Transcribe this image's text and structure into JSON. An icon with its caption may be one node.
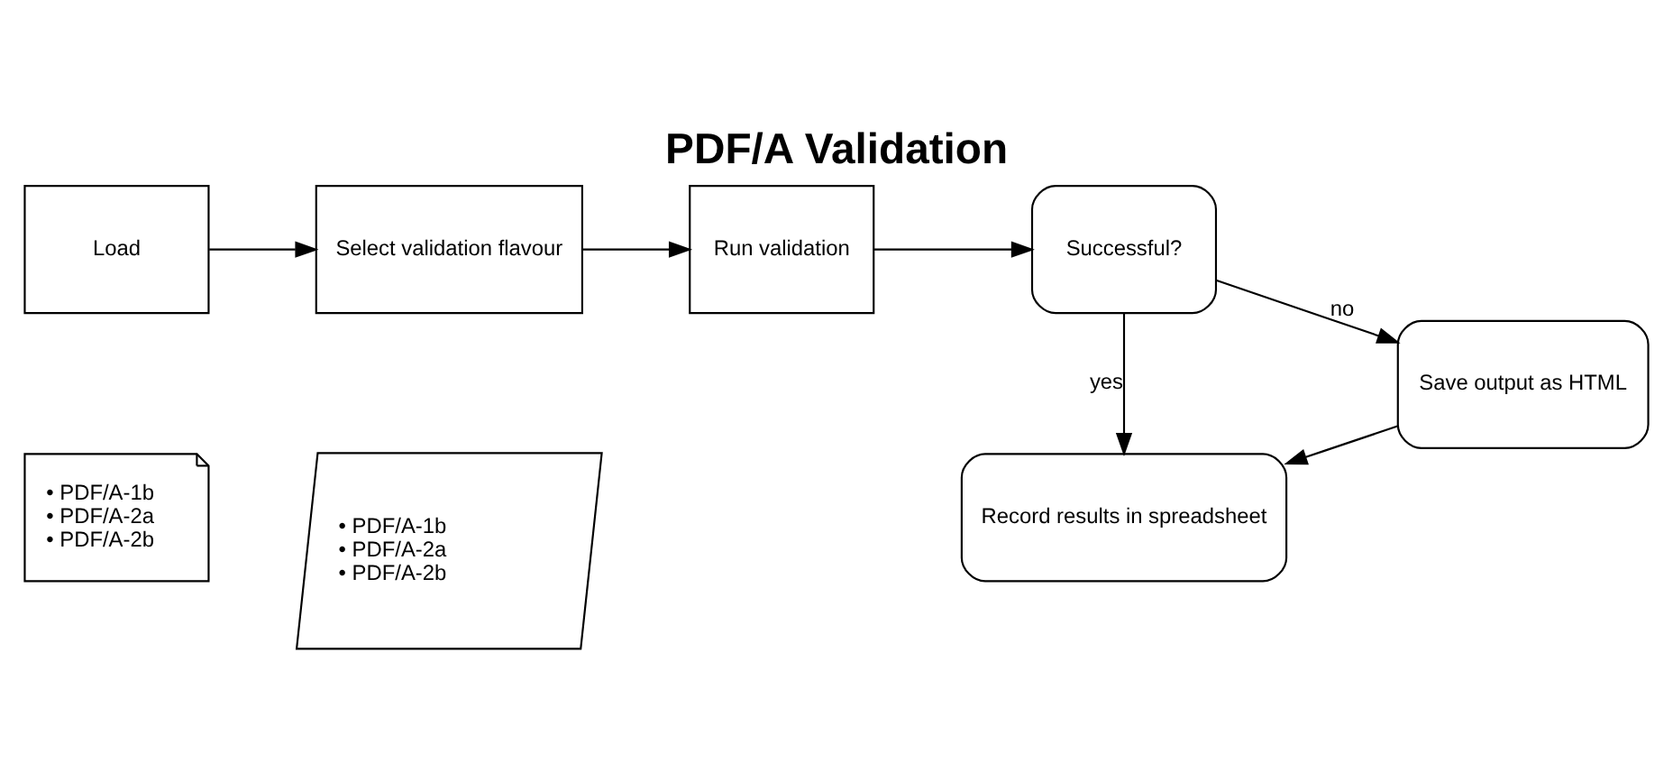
{
  "diagram": {
    "title": "PDF/A Validation",
    "nodes": [
      {
        "text": [
          "Load"
        ]
      },
      {
        "text": [
          "• PDF/A-1b",
          "• PDF/A-2a",
          "• PDF/A-2b"
        ]
      },
      {
        "text": [
          "Select validation flavour"
        ]
      },
      {
        "text": [
          "• PDF/A-1b",
          "• PDF/A-2a",
          "• PDF/A-2b"
        ]
      },
      {
        "text": [
          "Run validation"
        ]
      },
      {
        "text": [
          "Successful?"
        ]
      },
      {
        "text": [
          "Save output as HTML"
        ]
      },
      {
        "text": [
          "Record results in spreadsheet"
        ]
      }
    ],
    "edges": [
      {
        "from": 0,
        "to": 2,
        "arrow": "to"
      },
      {
        "from": 2,
        "to": 4,
        "arrow": "to"
      },
      {
        "from": 4,
        "to": 5,
        "arrow": "to"
      },
      {
        "from": 5,
        "to": 6,
        "label": "no",
        "arrow": "to"
      },
      {
        "from": 5,
        "to": 7,
        "label": "yes",
        "arrow": "to"
      },
      {
        "from": 6,
        "to": 7,
        "arrow": "to"
      }
    ]
  }
}
